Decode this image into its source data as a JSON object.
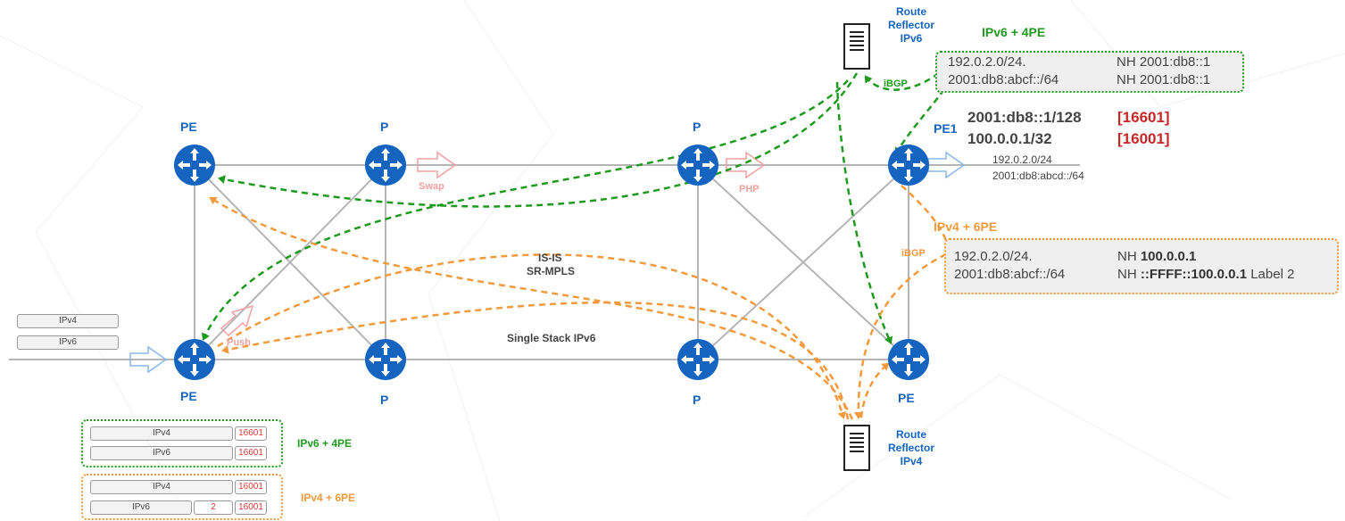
{
  "nodes": {
    "pe_top_left": "PE",
    "p_top_left": "P",
    "p_top_right": "P",
    "pe1": "PE1",
    "pe_bottom_left": "PE",
    "p_bottom_left": "P",
    "p_bottom_right": "P",
    "pe_bottom_right": "PE"
  },
  "rr_ipv6": [
    "Route",
    "Reflector",
    "IPv6"
  ],
  "rr_ipv4": [
    "Route",
    "Reflector",
    "IPv4"
  ],
  "ipv6_4pe_title": "IPv6 + 4PE",
  "ipv4_6pe_title": "IPv4 + 6PE",
  "ibgp_label": "iBGP",
  "ipv6_box": {
    "rows": [
      {
        "prefix": "192.0.2.0/24.",
        "nh": "NH 2001:db8::1"
      },
      {
        "prefix": "2001:db8:abcf::/64",
        "nh": "NH 2001:db8::1"
      }
    ]
  },
  "ipv4_box": {
    "row1": {
      "prefix": "192.0.2.0/24.",
      "nh_pre": "NH ",
      "nh_bold": "100.0.0.1"
    },
    "row2": {
      "prefix": "2001:db8:abcf::/64",
      "nh_pre": "NH ",
      "nh_bold": "::FFFF::100.0.0.1",
      "nh_post": " Label 2"
    }
  },
  "pe1_sids": [
    {
      "prefix": "2001:db8::1/128",
      "sid": "[16601]"
    },
    {
      "prefix": "100.0.0.1/32",
      "sid": "[16001]"
    }
  ],
  "pe1_routes": [
    "192.0.2.0/24",
    "2001:db8:abcd::/64"
  ],
  "actions": {
    "swap": "Swap",
    "php": "PHP",
    "push": "Push"
  },
  "core_labels": {
    "isis": "IS-IS",
    "srmpls": "SR-MPLS",
    "single_stack": "Single Stack IPv6"
  },
  "ingress_packets": [
    "IPv4",
    "IPv6"
  ],
  "stack_6pe4": {
    "title": "IPv6 + 4PE",
    "rows": [
      {
        "payload": "IPv4",
        "label": "16601"
      },
      {
        "payload": "IPv6",
        "label": "16601"
      }
    ]
  },
  "stack_4pe6": {
    "title": "IPv4 + 6PE",
    "rows": [
      {
        "payload": "IPv4",
        "label": "16001"
      },
      {
        "payload": "IPv6",
        "inner": "2",
        "label": "16001"
      }
    ]
  },
  "colors": {
    "router": "#1565c0",
    "green": "#1e9a1e",
    "orange": "#f29a3c",
    "sid_red": "#c62828",
    "link": "#b5b5b5",
    "pink_arrow": "#f2a0a0",
    "blue_arrow": "#8ab8ea"
  }
}
